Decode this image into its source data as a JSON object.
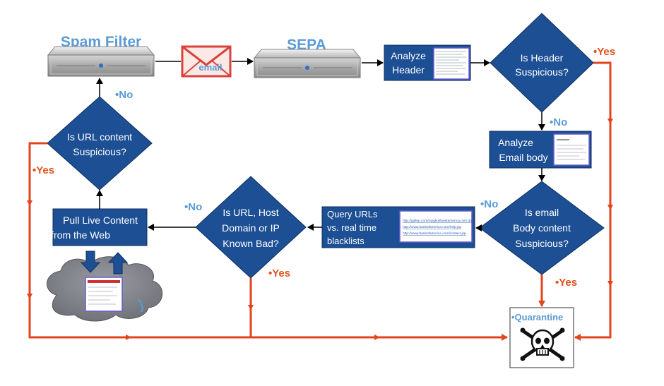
{
  "nodes": {
    "spam_filter": "Spam Filter",
    "email": "email",
    "sepa": "SEPA",
    "analyze_header": [
      "Analyze",
      "Header"
    ],
    "is_header_suspicious": [
      "Is Header",
      "Suspicious?"
    ],
    "analyze_body": [
      "Analyze",
      "Email body"
    ],
    "is_body_suspicious": [
      "Is email",
      "Body content",
      "Suspicious?"
    ],
    "query_urls": [
      "Query URLs",
      "vs. real time",
      "blacklists"
    ],
    "is_url_known_bad": [
      "Is URL, Host",
      "Domain or IP",
      "Known Bad?"
    ],
    "pull_live_content": [
      "Pull Live Content",
      "from the Web"
    ],
    "is_url_content_suspicious": [
      "Is URL content",
      "Suspicious?"
    ],
    "quarantine": "•Quarantine"
  },
  "url_list": [
    "http://gallop.com/mpgkol/bankamerica.com.do",
    "http://www.bankofamerica.com/help.jsp",
    "http://www.bankofamerica.com/contact.jsp"
  ],
  "edge_labels": {
    "header_yes": "•Yes",
    "header_no": "•No",
    "body_no": "•No",
    "body_yes": "•Yes",
    "known_bad_no": "•No",
    "known_bad_yes": "•Yes",
    "url_content_no": "•No",
    "url_content_yes": "•Yes"
  },
  "colors": {
    "node_fill": "#1c4f94",
    "node_stroke": "#0f2f5e",
    "title_blue": "#5b9bd5",
    "no_label": "#5b9bd5",
    "yes_label": "#e0531f",
    "yes_line": "#e2451c",
    "arrow_black": "#000000",
    "envelope_red": "#d9413b",
    "cloud": "#7d7f86"
  },
  "icons": {
    "server": "server-rack-icon",
    "envelope": "envelope-icon",
    "skull": "skull-crossbones-icon",
    "cloud": "cloud-icon"
  }
}
